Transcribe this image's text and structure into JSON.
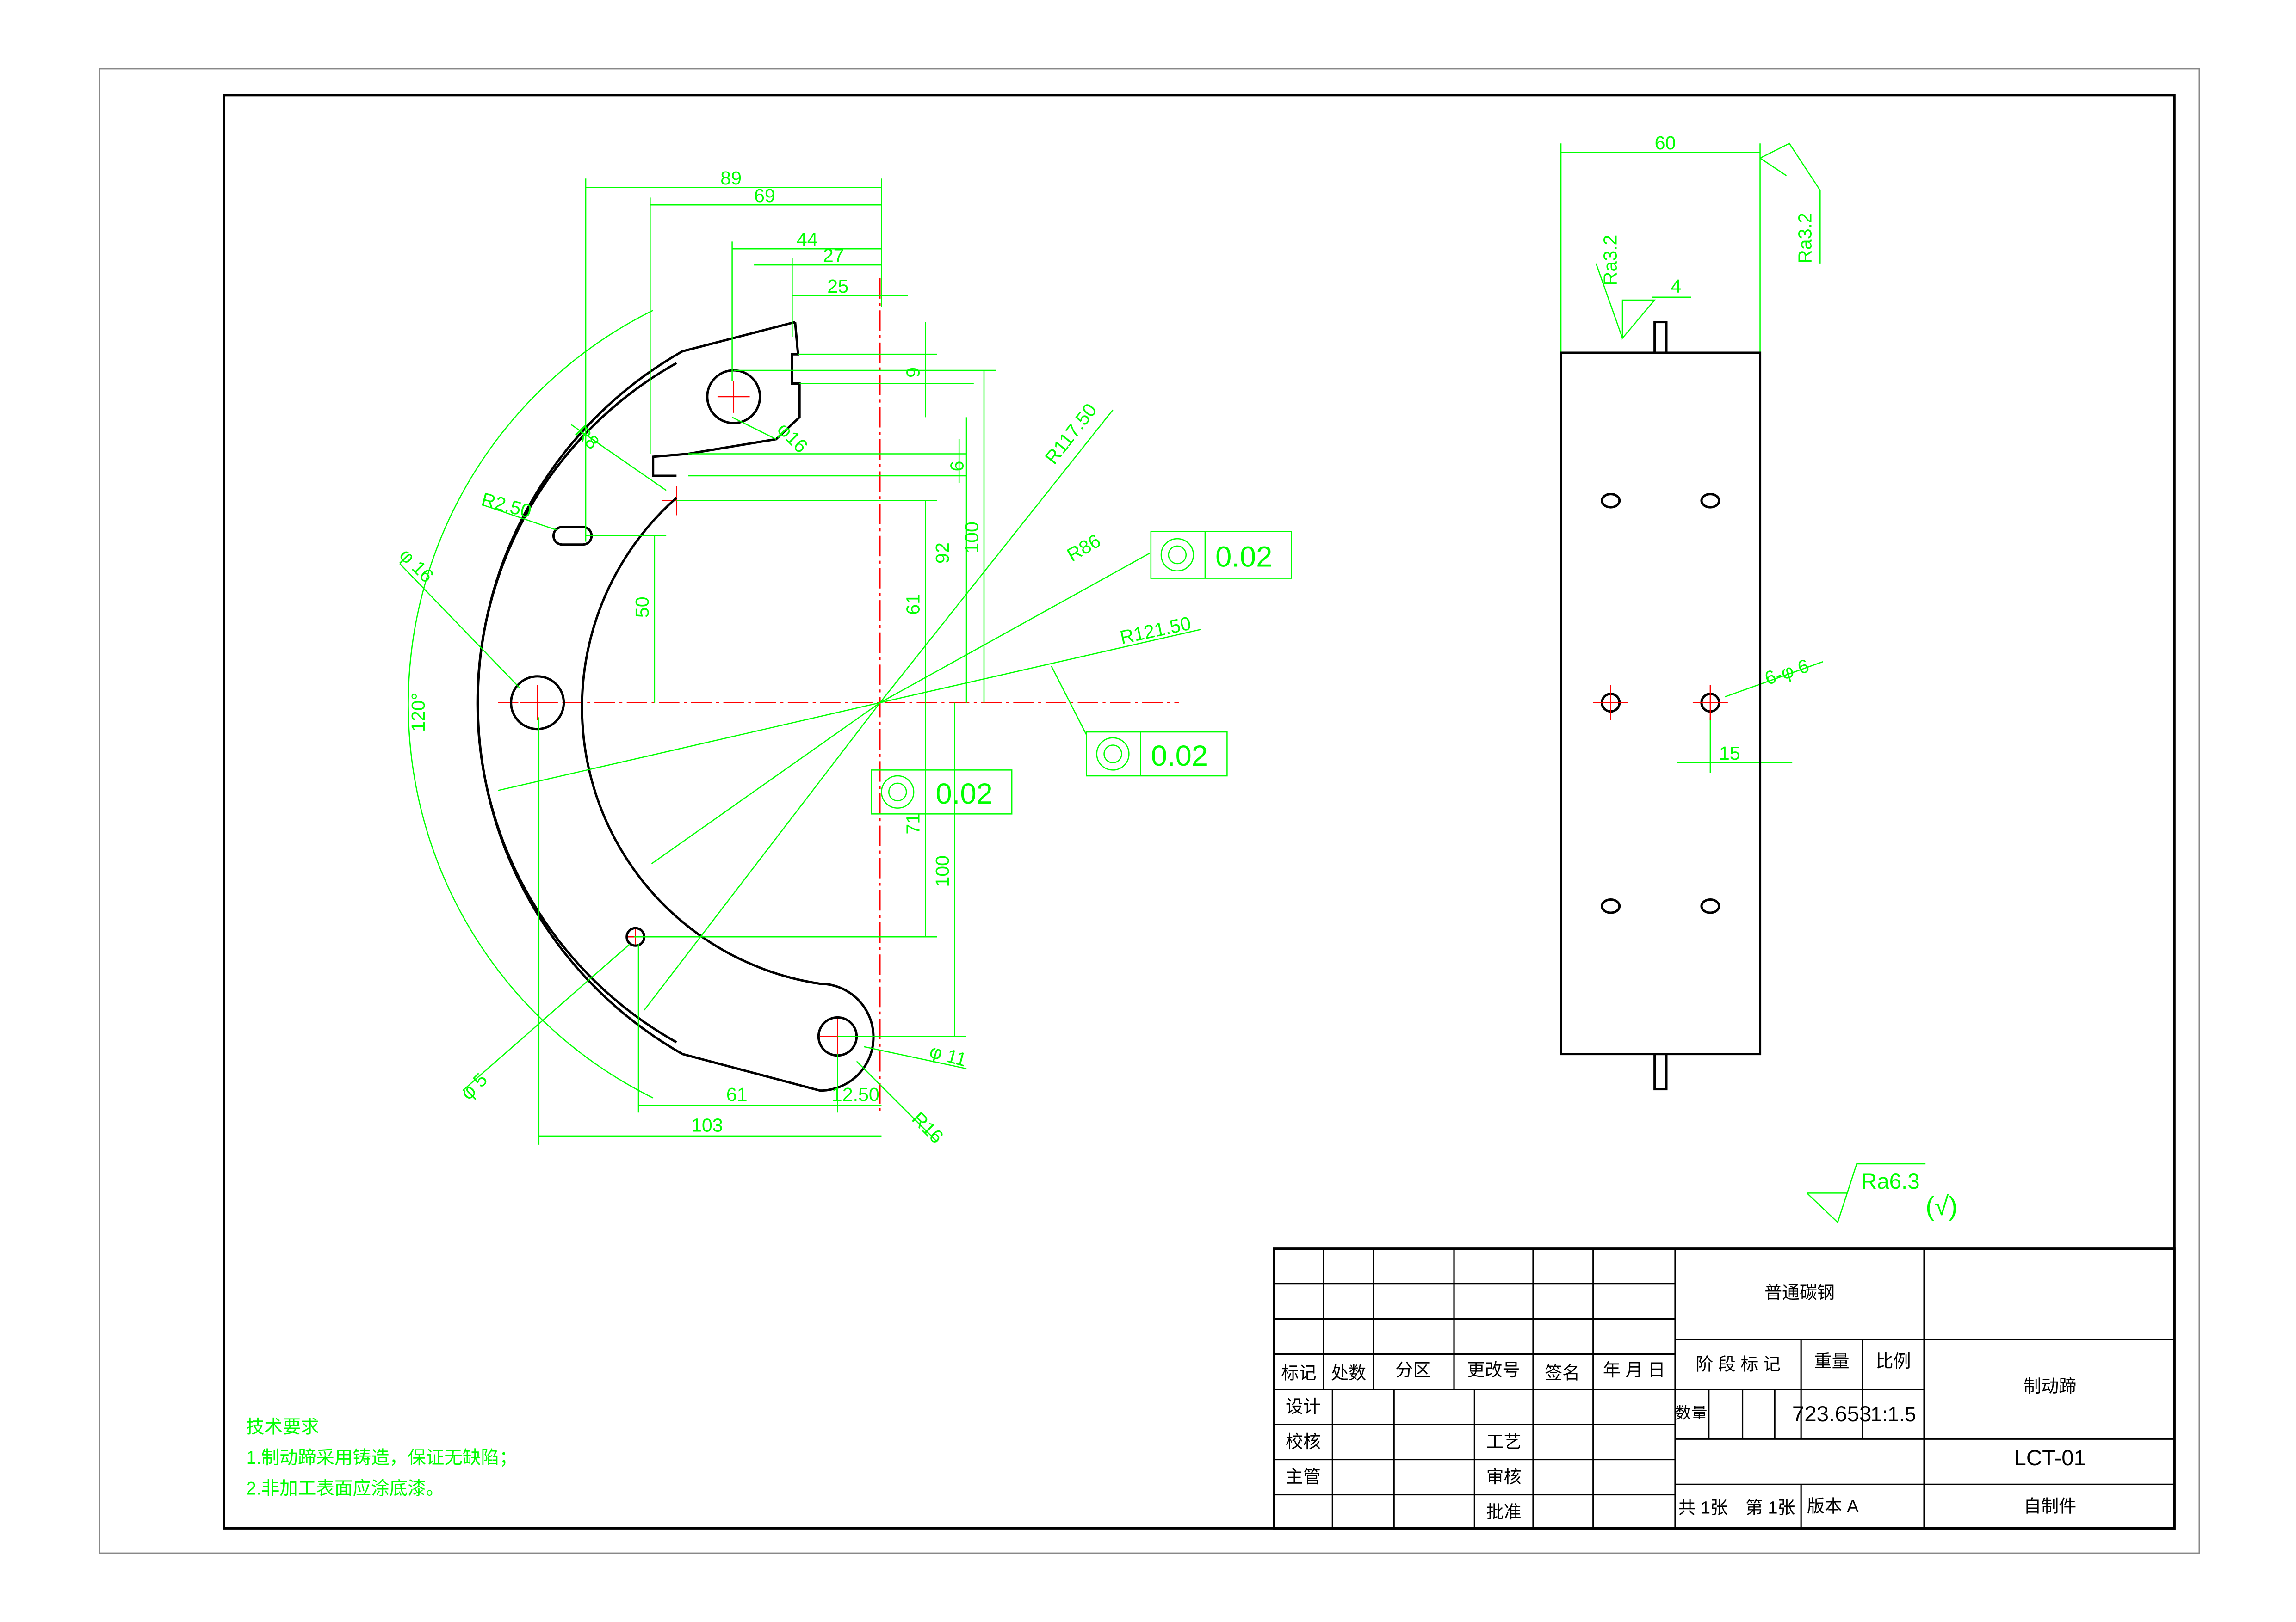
{
  "colors": {
    "dimension": "#00ff00",
    "centerline": "#ff0000",
    "outline": "#000000"
  },
  "dims": {
    "d89": "89",
    "d69": "69",
    "d44": "44",
    "d27": "27",
    "d25": "25",
    "d9": "9",
    "phi16a": "φ16",
    "d6": "6",
    "R117": "R117.50",
    "R8": "R8",
    "R250": "R2.50",
    "d100a": "100",
    "d92": "92",
    "R86": "R86",
    "phi16b": "φ 16",
    "d61v": "61",
    "d50": "50",
    "R121": "R121.50",
    "a120": "120°",
    "d71": "71",
    "d100b": "100",
    "phi5": "φ 5",
    "d61h": "61",
    "R1250": "12.50",
    "phi11": "φ 11",
    "R16": "R16",
    "d103": "103",
    "d60": "60",
    "ra32a": "Ra3.2",
    "ra32b": "Ra3.2",
    "d4": "4",
    "holes": "6-φ 6",
    "d15": "15",
    "ra63": "Ra6.3",
    "ra63paren": "(√)"
  },
  "tolerances": [
    "0.02",
    "0.02",
    "0.02"
  ],
  "tech": {
    "title": "技术要求",
    "line1": "1.制动蹄采用铸造，保证无缺陷；",
    "line2": "2.非加工表面应涂底漆。"
  },
  "title_block": {
    "material": "普通碳钢",
    "headers": [
      "标记",
      "处数",
      "分区",
      "更改号",
      "签名",
      "年 月 日"
    ],
    "roles": [
      "设计",
      "校核",
      "主管"
    ],
    "roles2": [
      "工艺",
      "审核",
      "批准"
    ],
    "stage": "阶 段 标 记",
    "weight_label": "重量",
    "scale_label": "比例",
    "qty_label": "数量",
    "weight": "723.653",
    "scale": "1:1.5",
    "part_name": "制动蹄",
    "drawing_no": "LCT-01",
    "total": "共 1张",
    "sheet": "第 1张",
    "version": "版本  A",
    "source": "自制件"
  }
}
